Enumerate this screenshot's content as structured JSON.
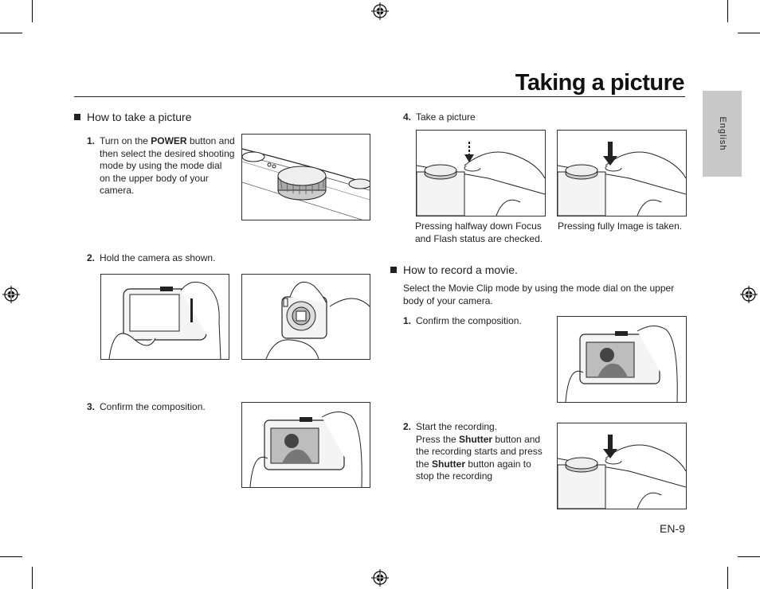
{
  "header": {
    "title": "Taking a picture"
  },
  "side_tab": {
    "label": "English"
  },
  "left": {
    "section_title": "How to take a picture",
    "step1": {
      "num": "1.",
      "pre": "Turn on the ",
      "bold": "POWER",
      "post": " button and then select the desired shooting mode by using the mode dial on the upper body of your camera."
    },
    "step2": {
      "num": "2.",
      "text": "Hold the camera as shown."
    },
    "step3": {
      "num": "3.",
      "text": "Confirm the composition."
    }
  },
  "right": {
    "step4": {
      "num": "4.",
      "text": "Take a picture"
    },
    "caption_half": "Pressing halfway down Focus and Flash status are checked.",
    "caption_full": "Pressing fully Image is taken.",
    "movie_section_title": "How to record a movie.",
    "movie_intro": "Select the Movie Clip mode by using the mode dial on the upper body of your camera.",
    "movie_step1": {
      "num": "1.",
      "text": "Confirm the composition."
    },
    "movie_step2": {
      "num": "2.",
      "line1": "Start the recording.",
      "pre": "Press the ",
      "bold1": "Shutter",
      "mid": " button and the recording starts and press the ",
      "bold2": "Shutter",
      "post": " button again to stop the recording"
    }
  },
  "footer": {
    "page_number": "EN-9"
  }
}
